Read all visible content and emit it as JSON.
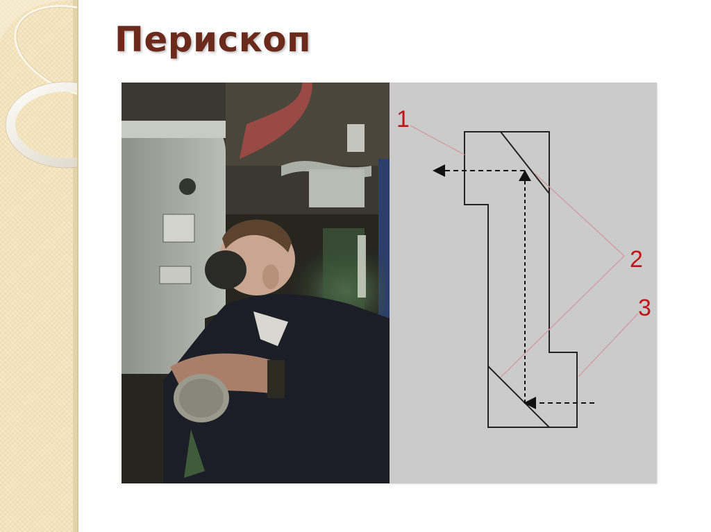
{
  "slide": {
    "title": "Перископ",
    "title_color": "#6b2a1c",
    "background": "#ffffff",
    "sidebar_color": "#f3e4bd"
  },
  "photo": {
    "description": "Submariner looking through a periscope eyepiece inside a submarine control room"
  },
  "diagram": {
    "description": "Schematic of a periscope: tube with two angled mirrors and dashed light path",
    "background": "#cbcbcb",
    "labels": [
      {
        "id": "1",
        "text": "1",
        "refers_to": "periscope tube (upper body)"
      },
      {
        "id": "2",
        "text": "2",
        "refers_to": "mirrors (upper and lower)"
      },
      {
        "id": "3",
        "text": "3",
        "refers_to": "periscope tube (lower body)"
      }
    ],
    "label_color": "#c0161b"
  }
}
